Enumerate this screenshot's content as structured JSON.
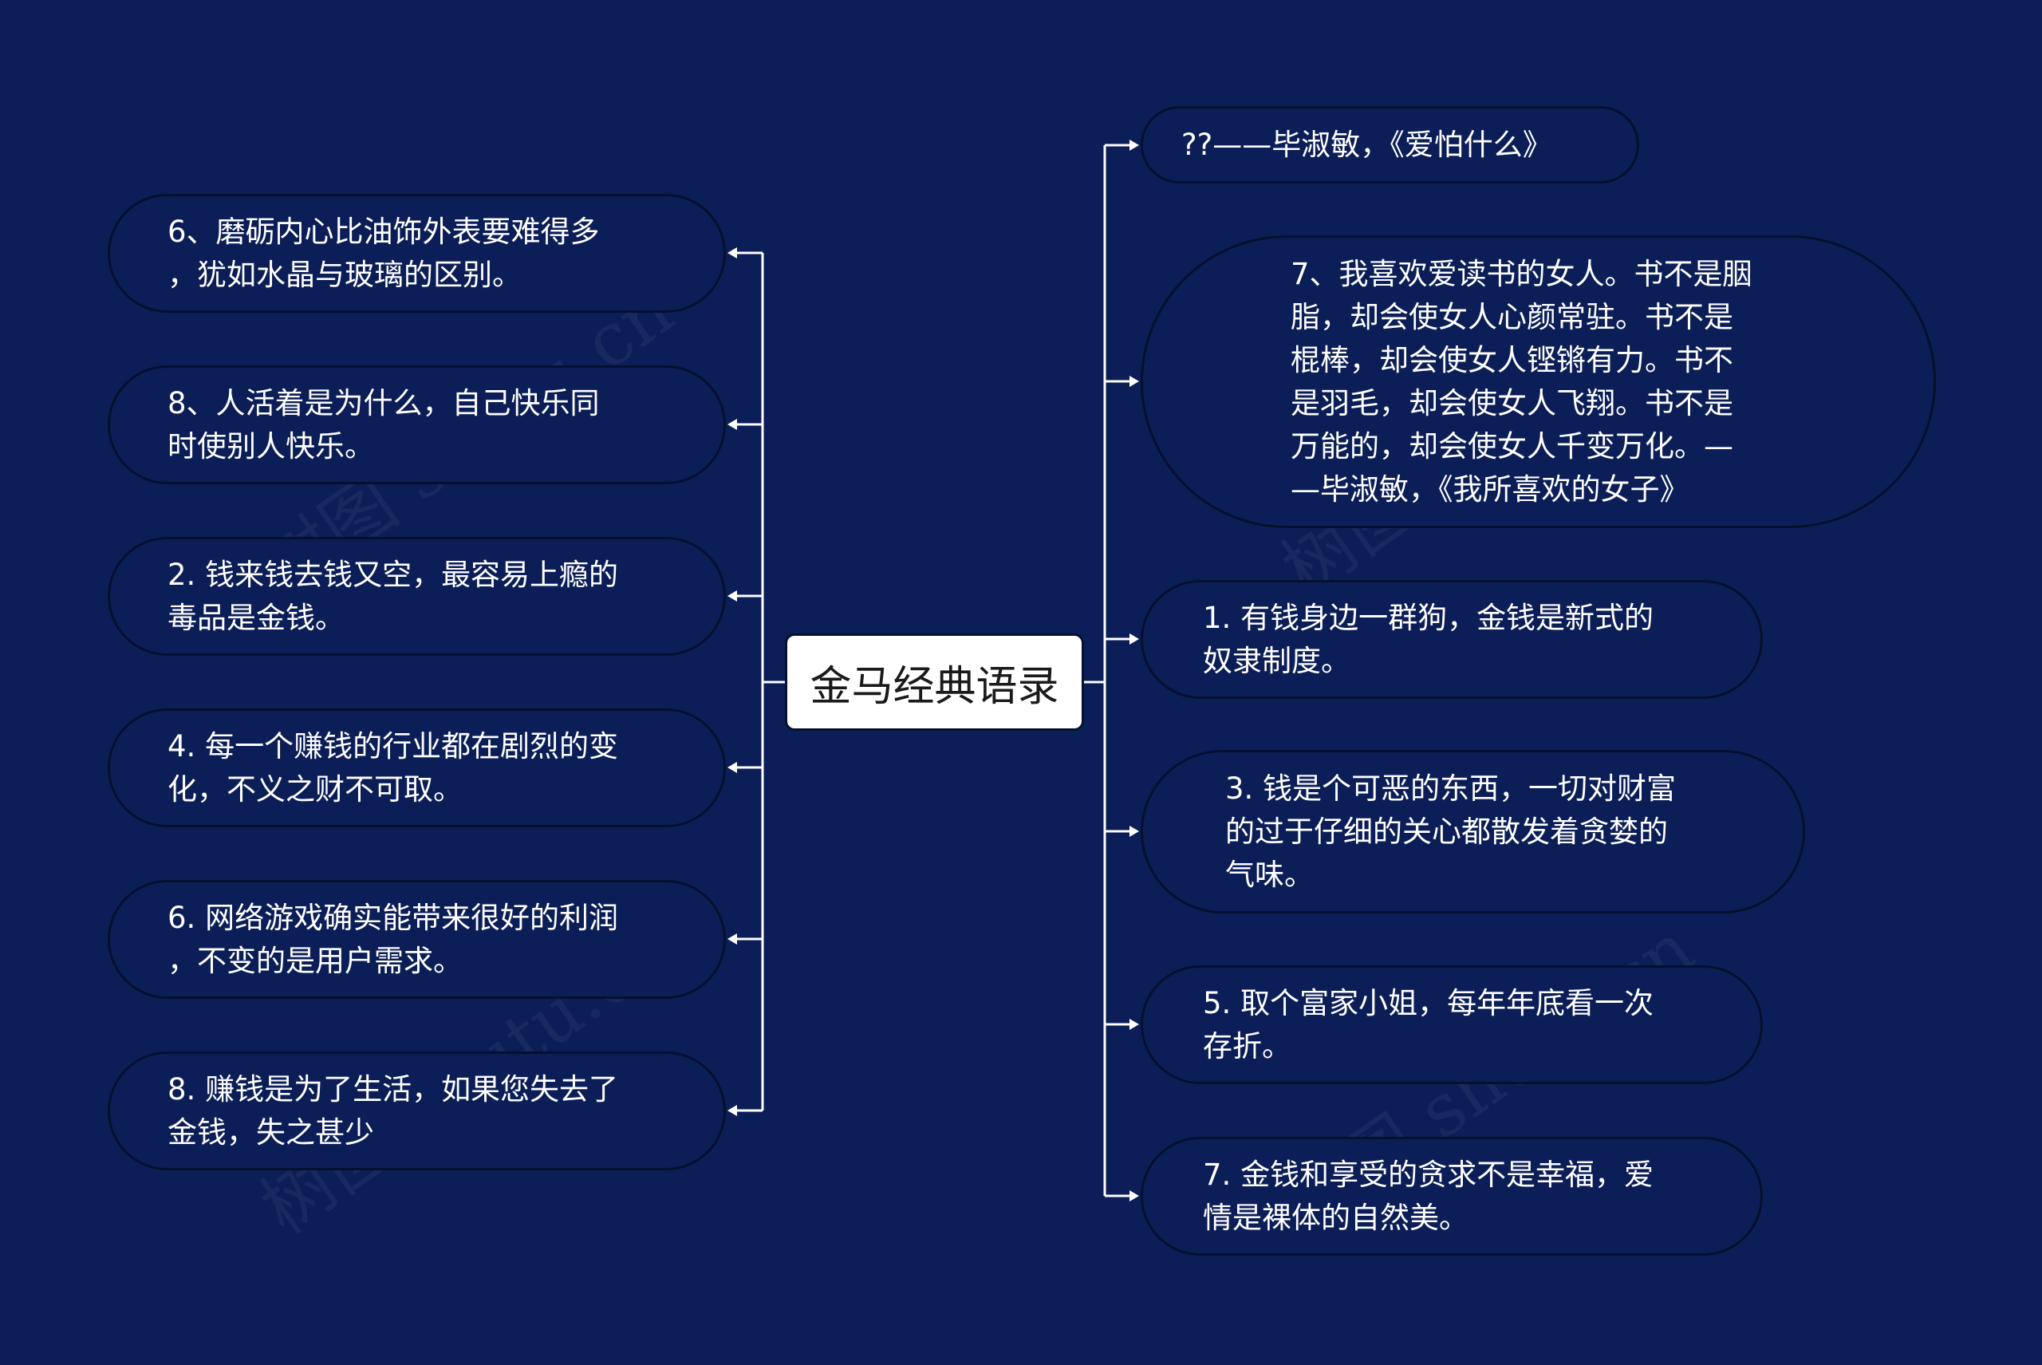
{
  "center": {
    "label": "金马经典语录"
  },
  "left_nodes": [
    {
      "text": "6、磨砺内心比油饰外表要难得多\n，犹如水晶与玻璃的区别。"
    },
    {
      "text": "8、人活着是为什么，自己快乐同\n时使别人快乐。"
    },
    {
      "text": "2. 钱来钱去钱又空，最容易上瘾的\n毒品是金钱。"
    },
    {
      "text": "4. 每一个赚钱的行业都在剧烈的变\n化，不义之财不可取。"
    },
    {
      "text": "6. 网络游戏确实能带来很好的利润\n，不变的是用户需求。"
    },
    {
      "text": "8. 赚钱是为了生活，如果您失去了\n金钱，失之甚少"
    }
  ],
  "right_nodes": [
    {
      "text": "??——毕淑敏，《爱怕什么》"
    },
    {
      "text": "7、我喜欢爱读书的女人。书不是胭\n脂，却会使女人心颜常驻。书不是\n棍棒，却会使女人铿锵有力。书不\n是羽毛，却会使女人飞翔。书不是\n万能的，却会使女人千变万化。—\n—毕淑敏，《我所喜欢的女子》"
    },
    {
      "text": "1. 有钱身边一群狗，金钱是新式的\n奴隶制度。"
    },
    {
      "text": "3. 钱是个可恶的东西，一切对财富\n的过于仔细的关心都散发着贪婪的\n气味。"
    },
    {
      "text": "5. 取个富家小姐，每年年底看一次\n存折。"
    },
    {
      "text": "7. 金钱和享受的贪求不是幸福，爱\n情是裸体的自然美。"
    }
  ],
  "watermark": "树图 shutu.cn",
  "colors": {
    "background": "#0c1e57",
    "node_border": "#05102e",
    "connector": "#ffffff",
    "center_fill": "#ffffff",
    "center_text": "#1a1a1a",
    "node_text": "#ffffff"
  }
}
